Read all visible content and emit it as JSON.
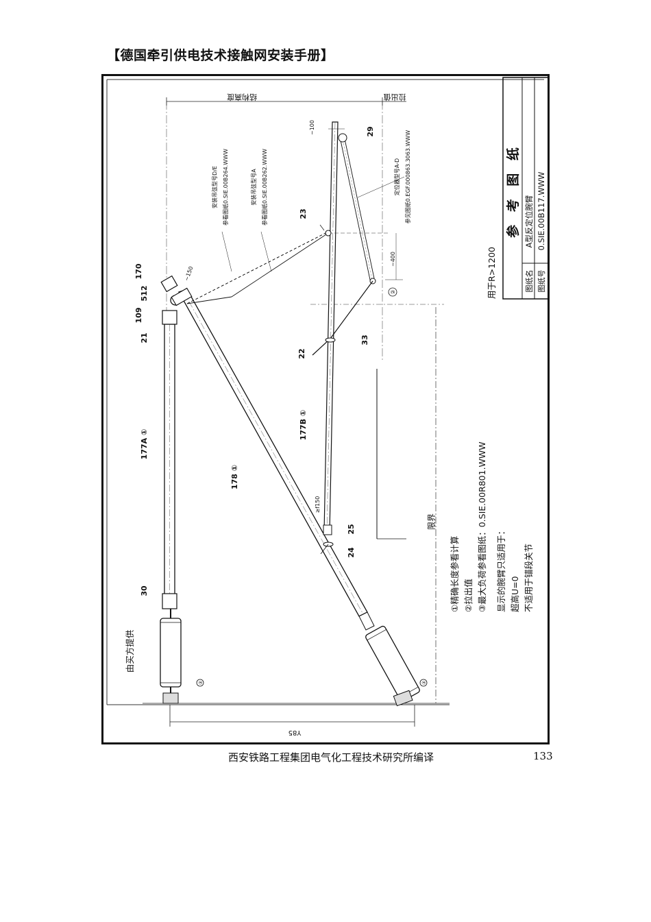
{
  "page": {
    "header": "【德国牵引供电技术接触网安装手册】",
    "footer_org": "西安铁路工程集团电气化工程技术研究所编译",
    "page_number": "133"
  },
  "title_block": {
    "title": "参 考 图 纸",
    "name_label": "图纸名",
    "name_value": "A型反定位腕臂",
    "number_label": "图纸号",
    "number_value": "0.SIE.00B117.WWW",
    "usage": "用于R>1200"
  },
  "labels": {
    "dim_top_left": "结构高度",
    "dim_top_right": "拉出值",
    "dim_bottom": "Y85",
    "dim_100": "~100",
    "dim_400": "~400",
    "dim_150": "~150",
    "dim_f150": "≥f150",
    "circle_2": "②",
    "circle_3a": "③",
    "circle_3b": "③",
    "limit": "限界",
    "supplier": "由买方提供",
    "hanger_die_1": "安装吊弦型号D/E",
    "hanger_die_2": "参看图纸0.SIE.00B264.WWW",
    "hanger_a_1": "安装吊弦型号A",
    "hanger_a_2": "参看图纸0.SIE.00B262.WWW",
    "locator_1": "定位器型号A-D",
    "locator_2": "参见图纸0.EGF.000863.3063.WWW",
    "part_170": "170",
    "part_512": "512",
    "part_109": "109",
    "part_21": "21",
    "part_177a": "177A ①",
    "part_178": "178 ①",
    "part_30": "30",
    "part_23": "23",
    "part_29": "29",
    "part_22": "22",
    "part_33": "33",
    "part_177b": "177B ①",
    "part_25": "25",
    "part_24": "24"
  },
  "notes": [
    "①精确长度参看计算",
    "②拉出值",
    "③最大负荷参看图纸：0.SIE.00R801.WWW",
    "显示的腕臂只适用于：",
    "超高U=0",
    "不适用于锚段关节"
  ]
}
